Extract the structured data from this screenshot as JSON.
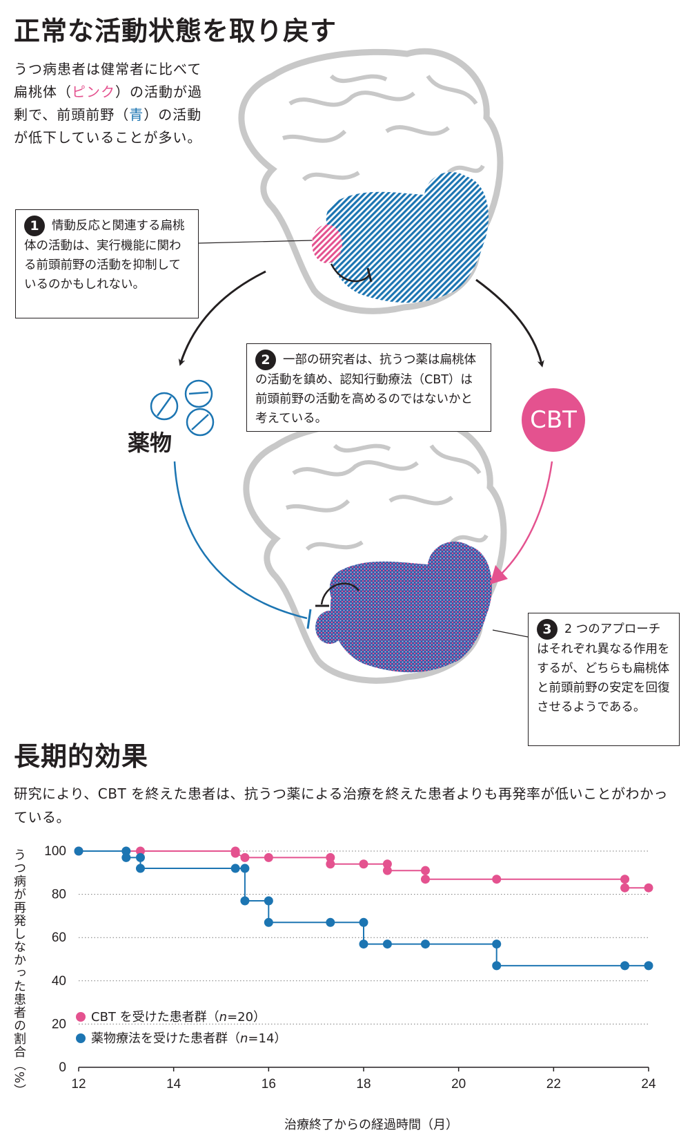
{
  "top": {
    "title": "正常な活動状態を取り戻す",
    "intro_parts": [
      "うつ病患者は健常者に比べて扁桃体（",
      "ピンク",
      "）の活動が過剰で、前頭前野（",
      "青",
      "）の活動が低下していることが多い。"
    ]
  },
  "notes": [
    {
      "number": "1",
      "text": "情動反応と関連する扁桃体の活動は、実行機能に関わる前頭前野の活動を抑制しているのかもしれない。"
    },
    {
      "number": "2",
      "text": "一部の研究者は、抗うつ薬は扁桃体の活動を鎮め、認知行動療法（CBT）は前頭前野の活動を高めるのではないかと考えている。"
    },
    {
      "number": "3",
      "text": "2 つのアプローチはそれぞれ異なる作用をするが、どちらも扁桃体と前頭前野の安定を回復させるようである。"
    }
  ],
  "drug_label": "薬物",
  "cbt_label": "CBT",
  "section2": {
    "title": "長期的効果",
    "description": "研究により、CBT を終えた患者は、抗うつ薬による治療を終えた患者よりも再発率が低いことがわかっている。"
  },
  "colors": {
    "cbt": "#e4528f",
    "drug": "#1c75b2",
    "text": "#231f20"
  },
  "chart_data": {
    "type": "line",
    "step": true,
    "xlabel": "治療終了からの経過時間（月）",
    "ylabel": "うつ病が再発しなかった患者の割合（%）",
    "x_ticks": [
      12,
      14,
      16,
      18,
      20,
      22,
      24
    ],
    "y_ticks": [
      0,
      20,
      40,
      60,
      80,
      100
    ],
    "xlim": [
      12,
      24
    ],
    "ylim": [
      0,
      100
    ],
    "grid": "horizontal dotted",
    "legend_position": "bottom-left",
    "series": [
      {
        "name": "CBT を受けた患者群（n=20）",
        "legend_prefix": "CBT を受けた患者群（",
        "legend_n": "n",
        "legend_suffix": "=20）",
        "color": "#e4528f",
        "points": [
          [
            12,
            100
          ],
          [
            13.3,
            100
          ],
          [
            15.3,
            100
          ],
          [
            15.3,
            99
          ],
          [
            15.5,
            97
          ],
          [
            16,
            97
          ],
          [
            17.3,
            97
          ],
          [
            17.3,
            94
          ],
          [
            18,
            94
          ],
          [
            18.5,
            94
          ],
          [
            18.5,
            91
          ],
          [
            19.3,
            91
          ],
          [
            19.3,
            87
          ],
          [
            20.8,
            87
          ],
          [
            23.5,
            87
          ],
          [
            23.5,
            83
          ],
          [
            24,
            83
          ]
        ]
      },
      {
        "name": "薬物療法を受けた患者群（n=14）",
        "legend_prefix": "薬物療法を受けた患者群（",
        "legend_n": "n",
        "legend_suffix": "=14）",
        "color": "#1c75b2",
        "points": [
          [
            12,
            100
          ],
          [
            13,
            100
          ],
          [
            13,
            97
          ],
          [
            13.3,
            97
          ],
          [
            13.3,
            92
          ],
          [
            15.3,
            92
          ],
          [
            15.5,
            92
          ],
          [
            15.5,
            77
          ],
          [
            16,
            77
          ],
          [
            16,
            67
          ],
          [
            17.3,
            67
          ],
          [
            18,
            67
          ],
          [
            18,
            57
          ],
          [
            18.5,
            57
          ],
          [
            19.3,
            57
          ],
          [
            20.8,
            57
          ],
          [
            20.8,
            47
          ],
          [
            23.5,
            47
          ],
          [
            24,
            47
          ]
        ]
      }
    ]
  }
}
